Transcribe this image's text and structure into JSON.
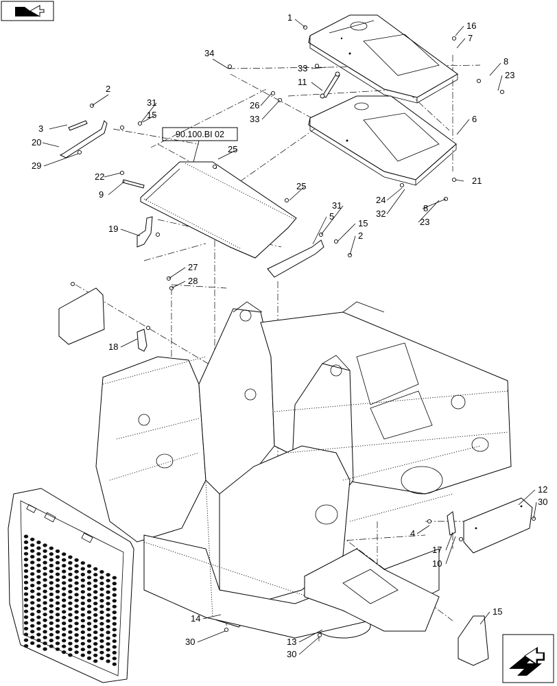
{
  "reference_box": {
    "label": "90.100.BI 02"
  },
  "nav_icons": {
    "top_left": "back-page-icon",
    "bottom_right": "next-page-icon"
  },
  "callouts": [
    "1",
    "2",
    "3",
    "4",
    "5",
    "6",
    "7",
    "8",
    "9",
    "10",
    "11",
    "12",
    "13",
    "14",
    "15",
    "16",
    "17",
    "18",
    "19",
    "20",
    "21",
    "22",
    "23",
    "24",
    "25",
    "26",
    "27",
    "28",
    "29",
    "30",
    "31",
    "32",
    "33",
    "34"
  ],
  "c": {
    "n1": "1",
    "n16": "16",
    "n7": "7",
    "n34": "34",
    "n8a": "8",
    "n23a": "23",
    "n33a": "33",
    "n11": "11",
    "n2a": "2",
    "n31a": "31",
    "n15a": "15",
    "n26": "26",
    "n33b": "33",
    "n3": "3",
    "n20": "20",
    "n29": "29",
    "n6": "6",
    "n25a": "25",
    "n22": "22",
    "n9": "9",
    "n21": "21",
    "n25b": "25",
    "n24": "24",
    "n32": "32",
    "n8b": "8",
    "n23b": "23",
    "n31b": "31",
    "n5": "5",
    "n15b": "15",
    "n2b": "2",
    "n19": "19",
    "n27": "27",
    "n28": "28",
    "n18": "18",
    "n12": "12",
    "n30a": "30",
    "n4": "4",
    "n17": "17",
    "n10": "10",
    "n15c": "15",
    "n14": "14",
    "n30b": "30",
    "n13": "13",
    "n30c": "30"
  }
}
